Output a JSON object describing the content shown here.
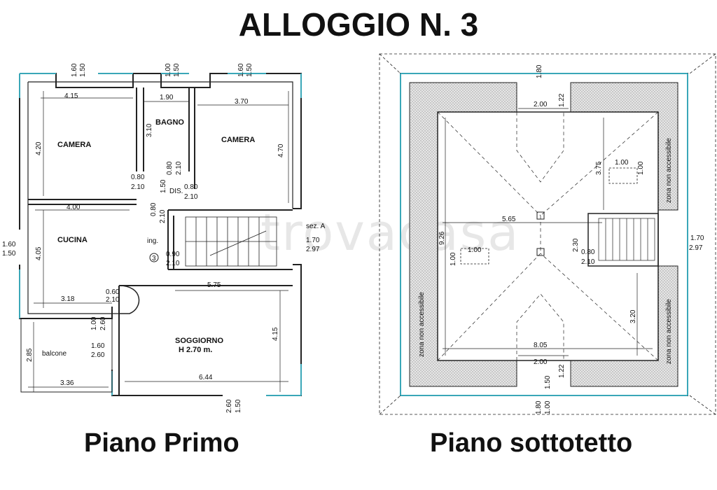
{
  "title": "ALLOGGIO N. 3",
  "captions": {
    "left": "Piano Primo",
    "right": "Piano sottotetto"
  },
  "watermark": "trovacasa",
  "colors": {
    "wall": "#222222",
    "accent": "#3aa7b8",
    "hatch": "#bdbdbd"
  },
  "first_floor": {
    "rooms": {
      "camera1": "CAMERA",
      "bagno": "BAGNO",
      "camera2": "CAMERA",
      "dis": "DIS.",
      "cucina": "CUCINA",
      "soggiorno": "SOGGIORNO",
      "soggiorno_h": "H 2.70 m.",
      "balcone": "balcone",
      "ingresso": "ing.",
      "stair_num": "3",
      "section": "sez. A"
    },
    "dims": {
      "top_win1": "1.60",
      "top_win1b": "1.50",
      "top_win2": "1.00",
      "top_win2b": "1.50",
      "top_win3": "1.60",
      "top_win3b": "1.50",
      "w_cam1": "4.15",
      "w_bagno": "1.90",
      "w_cam2": "3.70",
      "h_cam1": "4.20",
      "h_bagno": "3.10",
      "h_cam2": "4.70",
      "d1": "0.80",
      "d1b": "2.10",
      "d2": "0.80",
      "d2b": "2.10",
      "d3": "1.50",
      "d4": "0.80",
      "d4b": "2.10",
      "w_cucina": "4.00",
      "d5": "0.80",
      "d5b": "2.10",
      "h_cucina": "4.05",
      "left_win": "1.60",
      "left_winb": "1.50",
      "ing": "0.90",
      "ingb": "2.10",
      "right_win": "1.70",
      "right_winb": "2.97",
      "d6": "0.60",
      "d6b": "2.10",
      "w_3_18": "3.18",
      "w_5_75": "5.75",
      "h_sog": "4.15",
      "b1": "1.00",
      "b1b": "2.60",
      "b2": "1.60",
      "b2b": "2.60",
      "h_bal": "2.85",
      "w_bal": "3.36",
      "w_sog": "6.44",
      "bot_win": "2.60",
      "bot_winb": "1.50"
    }
  },
  "attic": {
    "labels": {
      "zona1": "zona non accessibile",
      "zona2": "zona non accessibile",
      "zona3": "zona non accessibile"
    },
    "dims": {
      "top": "1.80",
      "w_top": "2.00",
      "top2": "1.22",
      "sky1": "1.00",
      "sky1b": "1.00",
      "h_3_75": "3.75",
      "w_5_65": "5.65",
      "h_9_26": "9.26",
      "sky2": "1.00",
      "sky2b": "1.00",
      "h_2_30": "2.30",
      "d": "0.80",
      "db": "2.10",
      "right": "1.70",
      "rightb": "2.97",
      "h_3_20": "3.20",
      "w_8_05": "8.05",
      "w_bot": "2.00",
      "bot2": "1.22",
      "bot3": "1.50",
      "bot": "1.80",
      "botb": "1.00"
    }
  }
}
